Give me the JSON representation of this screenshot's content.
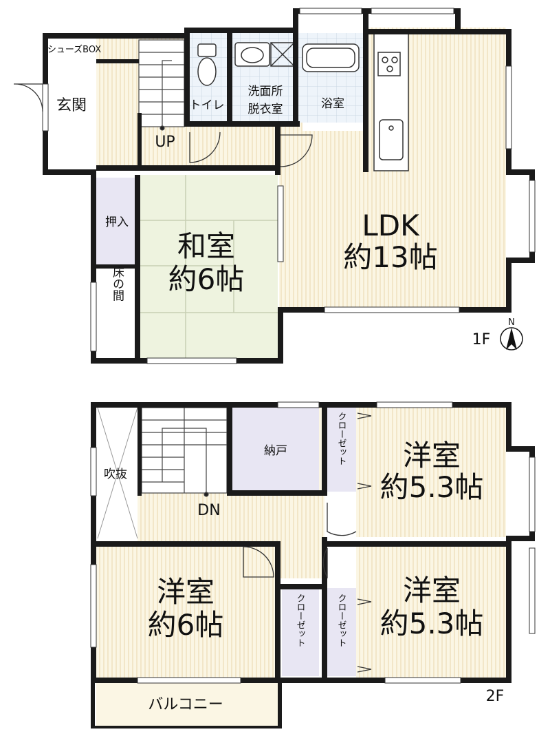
{
  "floor1": {
    "floor_label": "1F",
    "north_mark": "N",
    "rooms": {
      "shoe_box": "シューズBOX",
      "entrance": "玄関",
      "stairs_up": "UP",
      "toilet": "トイレ",
      "washroom_line1": "洗面所",
      "washroom_line2": "脱衣室",
      "bathroom": "浴室",
      "ldk_name": "LDK",
      "ldk_size": "約13帖",
      "closet": "押入",
      "tatami_name": "和室",
      "tatami_size": "約6帖",
      "tokonoma": "床の間"
    }
  },
  "floor2": {
    "floor_label": "2F",
    "rooms": {
      "void": "吹抜",
      "stairs_down": "DN",
      "storage": "納戸",
      "closet_a": "クローゼット",
      "room_ne_name": "洋室",
      "room_ne_size": "約5.3帖",
      "room_sw_name": "洋室",
      "room_sw_size": "約6帖",
      "closet_b": "クローゼット",
      "closet_c": "クローゼット",
      "room_se_name": "洋室",
      "room_se_size": "約5.3帖",
      "balcony": "バルコニー"
    }
  }
}
